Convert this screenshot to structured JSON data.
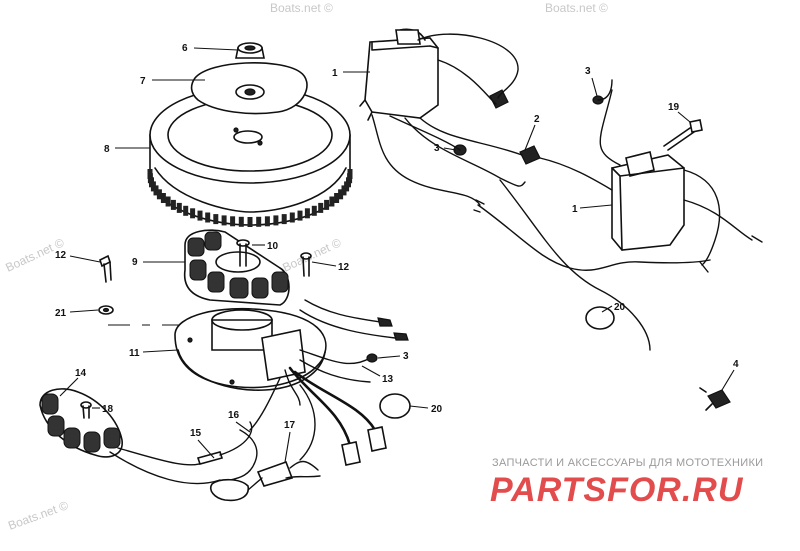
{
  "callouts": [
    {
      "id": "c6",
      "text": "6"
    },
    {
      "id": "c7",
      "text": "7"
    },
    {
      "id": "c8",
      "text": "8"
    },
    {
      "id": "c9",
      "text": "9"
    },
    {
      "id": "c10",
      "text": "10"
    },
    {
      "id": "c12a",
      "text": "12"
    },
    {
      "id": "c12b",
      "text": "12"
    },
    {
      "id": "c21",
      "text": "21"
    },
    {
      "id": "c11",
      "text": "11"
    },
    {
      "id": "c14",
      "text": "14"
    },
    {
      "id": "c18",
      "text": "18"
    },
    {
      "id": "c15",
      "text": "15"
    },
    {
      "id": "c16",
      "text": "16"
    },
    {
      "id": "c17",
      "text": "17"
    },
    {
      "id": "c1a",
      "text": "1"
    },
    {
      "id": "c2",
      "text": "2"
    },
    {
      "id": "c3a",
      "text": "3"
    },
    {
      "id": "c3b",
      "text": "3"
    },
    {
      "id": "c19",
      "text": "19"
    },
    {
      "id": "c1b",
      "text": "1"
    },
    {
      "id": "c20a",
      "text": "20"
    },
    {
      "id": "c3c",
      "text": "3"
    },
    {
      "id": "c13",
      "text": "13"
    },
    {
      "id": "c20b",
      "text": "20"
    },
    {
      "id": "c4",
      "text": "4"
    }
  ],
  "watermarks": {
    "w1": "Boats.net ©",
    "w2": "Boats.net ©",
    "w3": "Boats.net ©",
    "w4": "Boats.net ©",
    "w5": "Boats.net ©"
  },
  "banner": {
    "tagline": "ЗАПЧАСТИ И АКСЕССУАРЫ ДЛЯ МОТОТЕХНИКИ",
    "logo": "PARTSFOR.RU",
    "logo_color": "#e24c4c"
  }
}
